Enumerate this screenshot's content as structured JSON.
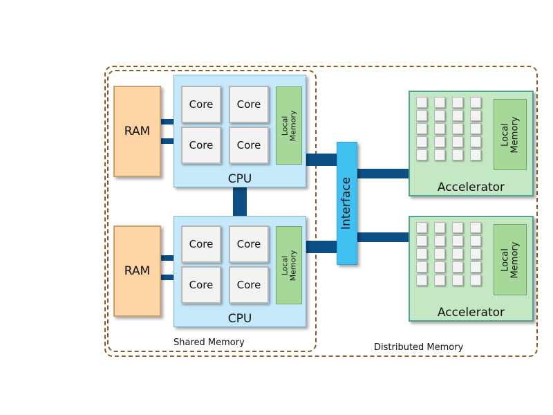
{
  "diagram": {
    "regions": {
      "shared_memory": "Shared Memory",
      "distributed_memory": "Distributed Memory"
    },
    "nodes": [
      {
        "ram_label": "RAM",
        "cpu": {
          "label": "CPU",
          "cores": [
            "Core",
            "Core",
            "Core",
            "Core"
          ],
          "local_memory": "Local Memory"
        }
      },
      {
        "ram_label": "RAM",
        "cpu": {
          "label": "CPU",
          "cores": [
            "Core",
            "Core",
            "Core",
            "Core"
          ],
          "local_memory": "Local Memory"
        }
      }
    ],
    "interface_label": "Interface",
    "accelerators": [
      {
        "label": "Accelerator",
        "local_memory": "Local Memory",
        "pe_rows": 5,
        "pe_cols": 4
      },
      {
        "label": "Accelerator",
        "local_memory": "Local Memory",
        "pe_rows": 5,
        "pe_cols": 4
      }
    ],
    "colors": {
      "ram": "#fdd5a4",
      "cpu": "#c5e9fb",
      "local_memory": "#a6d89a",
      "interface": "#41c0f2",
      "accelerator": "#c4e8c3",
      "connector": "#0d4f85",
      "dashed_border": "#8b5a1f"
    }
  }
}
